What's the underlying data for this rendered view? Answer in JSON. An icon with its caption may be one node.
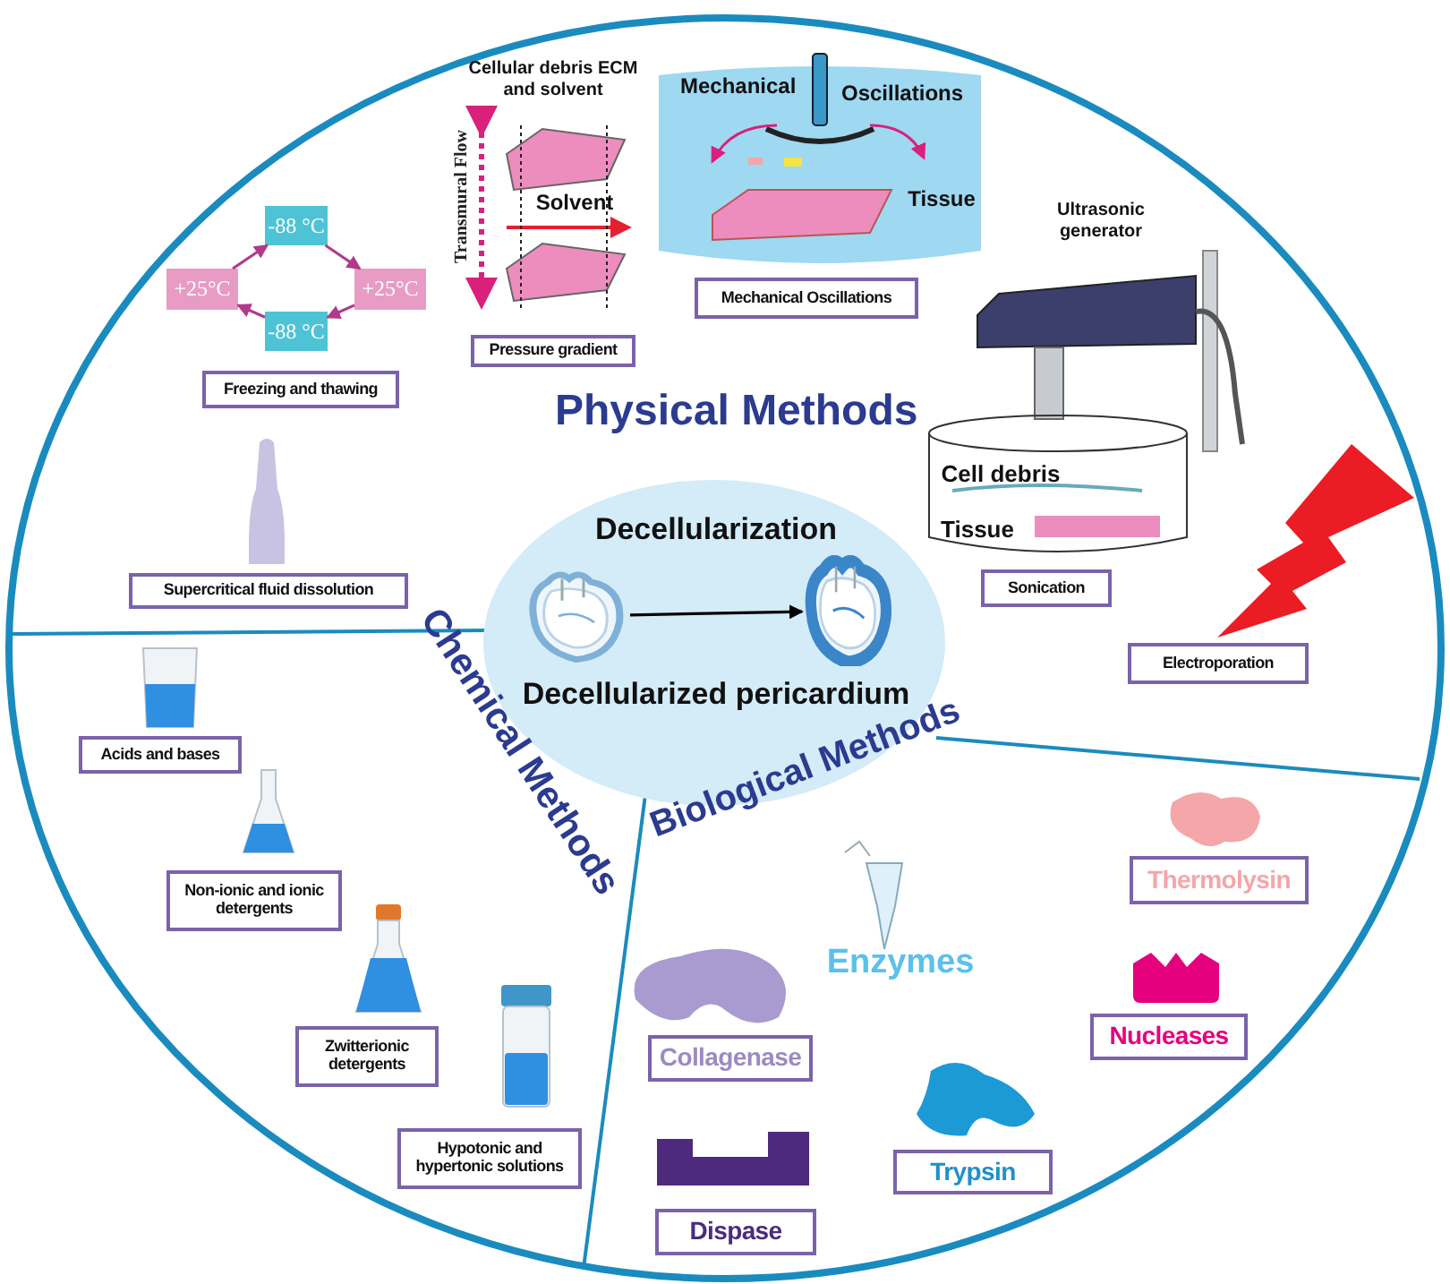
{
  "diagram": {
    "nodes": [
      {
        "text": [
          "Decellularization",
          "Decellularized pericardium"
        ]
      },
      {
        "text": [],
        "shape": "picture",
        "in": 0
      },
      {
        "text": [],
        "shape": "picture",
        "in": 0
      },
      {
        "text": [
          "-88 °C"
        ]
      },
      {
        "text": [
          "+25°C"
        ]
      },
      {
        "text": [
          "+25°C"
        ]
      },
      {
        "text": [
          "-88 °C"
        ]
      },
      {
        "text": [
          "Freezing and thawing"
        ]
      },
      {
        "text": [
          "Pressure gradient"
        ]
      },
      {
        "text": [
          "Mechanical Oscillations"
        ]
      },
      {
        "text": [
          "Sonication"
        ]
      },
      {
        "text": [
          "Electroporation"
        ]
      },
      {
        "text": [
          "Supercritical fluid dissolution"
        ]
      },
      {
        "text": [
          "Acids and bases"
        ]
      },
      {
        "text": [
          "Non-ionic and ionic detergents"
        ]
      },
      {
        "text": [
          "Zwitterionic detergents"
        ]
      },
      {
        "text": [
          "Hypotonic and hypertonic solutions"
        ]
      },
      {
        "text": [
          "Collagenase"
        ]
      },
      {
        "text": [
          "Dispase"
        ]
      },
      {
        "text": [
          "Trypsin"
        ]
      },
      {
        "text": [
          "Nucleases"
        ]
      },
      {
        "text": [
          "Thermolysin"
        ]
      }
    ],
    "edges": [
      {
        "from": 1,
        "to": 2,
        "arrow": "to",
        "color": "#000000"
      },
      {
        "from": 4,
        "to": 3,
        "arrow": "to"
      },
      {
        "from": 3,
        "to": 5,
        "arrow": "to"
      },
      {
        "from": 5,
        "to": 6,
        "arrow": "to"
      },
      {
        "from": 6,
        "to": 4,
        "arrow": "to"
      }
    ],
    "labels": [
      "Cellular debris ECM and solvent",
      "Mechanical",
      "Oscillations",
      "Transmural Flow",
      "Solvent",
      "Tissue",
      "Ultrasonic generator",
      "Physical Methods",
      "Cell debris",
      "Tissue",
      "Chemical Methods",
      "Biological Methods",
      "Enzymes"
    ]
  }
}
